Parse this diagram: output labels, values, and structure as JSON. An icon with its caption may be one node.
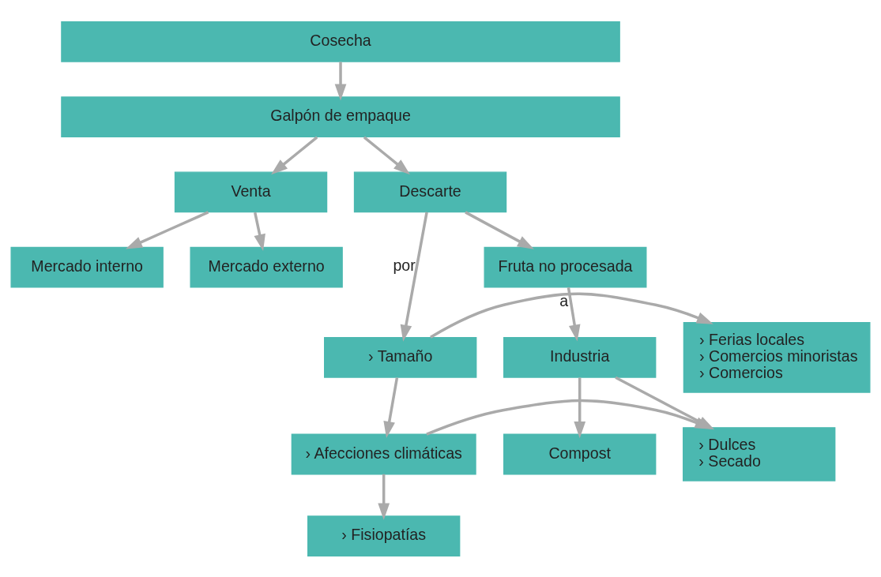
{
  "diagram": {
    "nodes": [
      {
        "text": [
          "Cosecha"
        ]
      },
      {
        "text": [
          "Galpón de empaque"
        ]
      },
      {
        "text": [
          "Venta"
        ]
      },
      {
        "text": [
          "Descarte"
        ]
      },
      {
        "text": [
          "Mercado interno"
        ]
      },
      {
        "text": [
          "Mercado externo"
        ]
      },
      {
        "text": [
          "Fruta no procesada"
        ]
      },
      {
        "text": [
          "› Tamaño"
        ]
      },
      {
        "text": [
          "› Ferias locales",
          "› Comercios minoristas",
          "› Comercios"
        ]
      },
      {
        "text": [
          "Industria"
        ]
      },
      {
        "text": [
          "› Afecciones climáticas"
        ]
      },
      {
        "text": [
          "› Dulces",
          "› Secado"
        ]
      },
      {
        "text": [
          "Compost"
        ]
      },
      {
        "text": [
          "› Fisiopatías"
        ]
      }
    ],
    "edges": [
      {
        "from": 0,
        "to": 1,
        "arrow": "to"
      },
      {
        "from": 1,
        "to": 2,
        "arrow": "to"
      },
      {
        "from": 1,
        "to": 3,
        "arrow": "to"
      },
      {
        "from": 2,
        "to": 4,
        "arrow": "to"
      },
      {
        "from": 2,
        "to": 5,
        "arrow": "to"
      },
      {
        "from": 3,
        "to": 6,
        "arrow": "to"
      },
      {
        "from": 3,
        "to": 7,
        "arrow": "to",
        "label": "por"
      },
      {
        "from": 7,
        "to": 8,
        "arrow": "to",
        "label": "a"
      },
      {
        "from": 6,
        "to": 9,
        "arrow": "to"
      },
      {
        "from": 7,
        "to": 10,
        "arrow": "to"
      },
      {
        "from": 10,
        "to": 11,
        "arrow": "to"
      },
      {
        "from": 9,
        "to": 12,
        "arrow": "to"
      },
      {
        "from": 10,
        "to": 13,
        "arrow": "to"
      },
      {
        "from": 9,
        "to": 11,
        "arrow": "to"
      }
    ]
  }
}
